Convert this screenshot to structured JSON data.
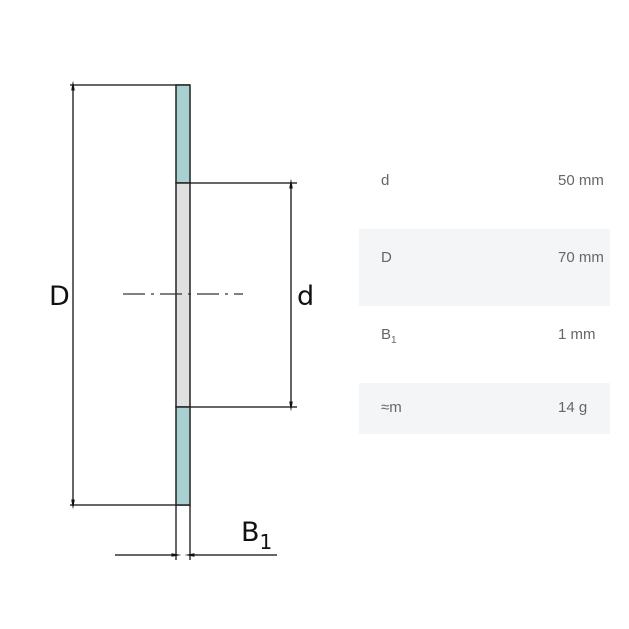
{
  "drawing": {
    "label_D": "D",
    "label_d": "d",
    "label_B": "B",
    "label_B_sub": "1",
    "colors": {
      "section": "#a8d0d0",
      "bore": "#e0e0e0",
      "line": "#222222"
    }
  },
  "specs": [
    {
      "label": "d",
      "sub": "",
      "value": "50 mm"
    },
    {
      "label": "D",
      "sub": "",
      "value": "70 mm"
    },
    {
      "label": "B",
      "sub": "1",
      "value": "1 mm"
    },
    {
      "label": "≈m",
      "sub": "",
      "value": "14 g"
    }
  ]
}
